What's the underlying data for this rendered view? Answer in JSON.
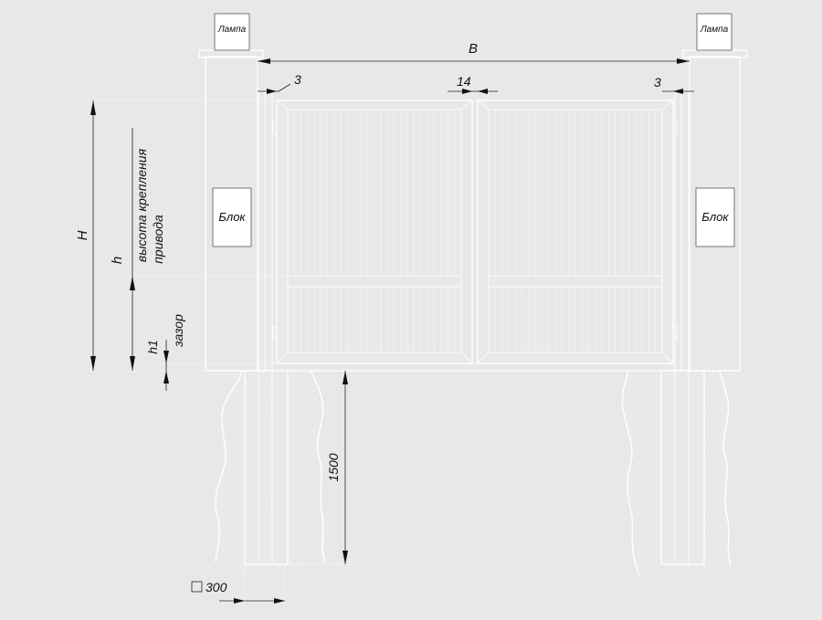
{
  "labels": {
    "lamp_left": "Лампа",
    "lamp_right": "Лампа",
    "block_left": "Блок",
    "block_right": "Блок",
    "mount_height": "высота крепления",
    "drive": "привода",
    "gap": "зазор"
  },
  "dimensions": {
    "width": "B",
    "post_gap_left": "3",
    "leaf_gap": "14",
    "post_gap_right": "3",
    "height": "H",
    "mount_h": "h",
    "gap_h1": "h1",
    "depth": "1500",
    "foundation": "300"
  }
}
